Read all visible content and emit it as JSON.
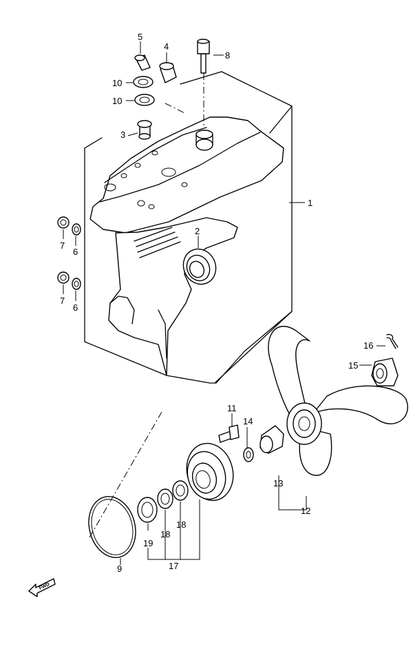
{
  "diagram": {
    "callouts": {
      "c1": "1",
      "c2": "2",
      "c3": "3",
      "c4": "4",
      "c5": "5",
      "c6a": "6",
      "c6b": "6",
      "c7a": "7",
      "c7b": "7",
      "c8": "8",
      "c9": "9",
      "c10a": "10",
      "c10b": "10",
      "c11": "11",
      "c12": "12",
      "c13": "13",
      "c14": "14",
      "c15": "15",
      "c16": "16",
      "c17": "17",
      "c18a": "18",
      "c18b": "18",
      "c19": "19"
    },
    "fwd_label": "FWD"
  }
}
